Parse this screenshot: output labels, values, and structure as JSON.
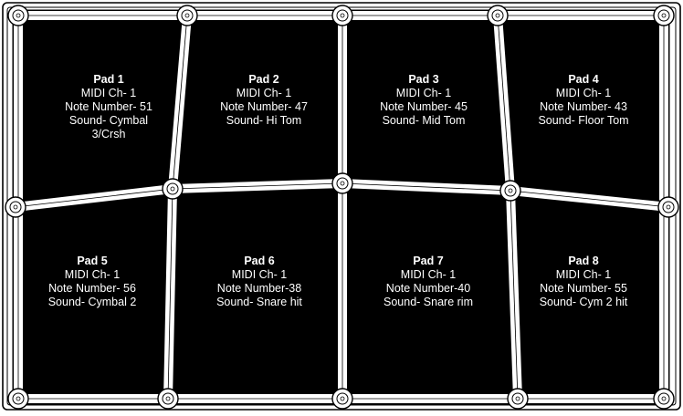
{
  "colors": {
    "pad": "#000000",
    "frame": "#ffffff",
    "line": "#000000"
  },
  "pads": [
    {
      "title": "Pad 1",
      "channel": "MIDI Ch- 1",
      "note": "Note Number- 51",
      "sound": "Sound- Cymbal",
      "sound2": "3/Crsh"
    },
    {
      "title": "Pad 2",
      "channel": "MIDI Ch- 1",
      "note": "Note Number- 47",
      "sound": "Sound- Hi Tom",
      "sound2": ""
    },
    {
      "title": "Pad 3",
      "channel": "MIDI Ch- 1",
      "note": "Note Number- 45",
      "sound": "Sound- Mid Tom",
      "sound2": ""
    },
    {
      "title": "Pad 4",
      "channel": "MIDI Ch- 1",
      "note": "Note Number- 43",
      "sound": "Sound- Floor Tom",
      "sound2": ""
    },
    {
      "title": "Pad 5",
      "channel": "MIDI Ch- 1",
      "note": "Note Number- 56",
      "sound": "Sound- Cymbal 2",
      "sound2": ""
    },
    {
      "title": "Pad 6",
      "channel": "MIDI Ch- 1",
      "note": "Note Number-38",
      "sound": "Sound- Snare hit",
      "sound2": ""
    },
    {
      "title": "Pad 7",
      "channel": "MIDI Ch- 1",
      "note": "Note Number-40",
      "sound": "Sound- Snare rim",
      "sound2": ""
    },
    {
      "title": "Pad 8",
      "channel": "MIDI Ch- 1",
      "note": "Note Number- 55",
      "sound": "Sound- Cym 2 hit",
      "sound2": ""
    }
  ]
}
